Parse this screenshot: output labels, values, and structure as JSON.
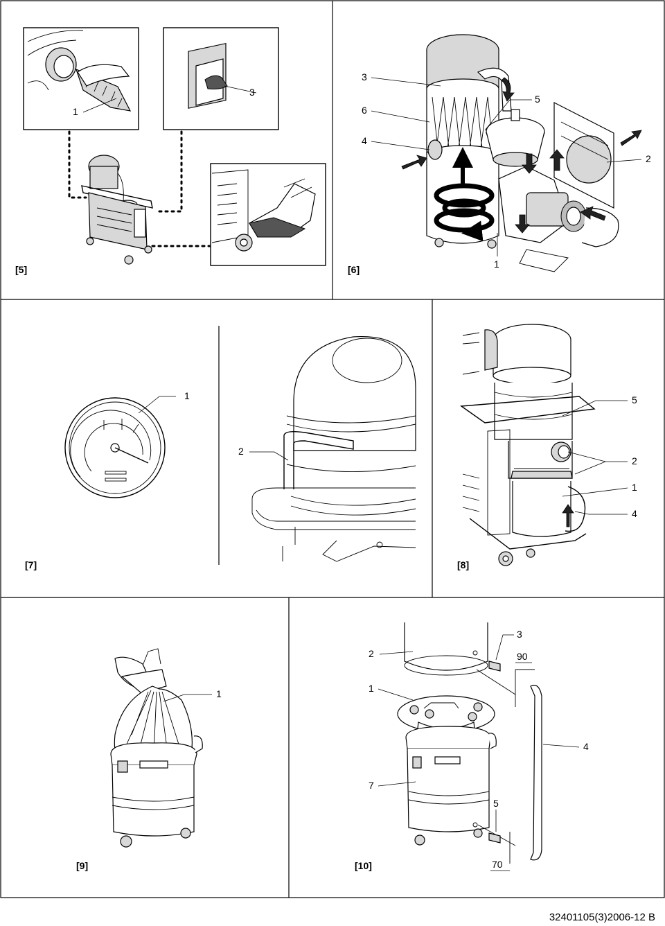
{
  "figures": {
    "fig5": {
      "tag": "[5]",
      "callouts": [
        "1",
        "3"
      ]
    },
    "fig6": {
      "tag": "[6]",
      "callouts": [
        "3",
        "5",
        "6",
        "4",
        "2",
        "1"
      ]
    },
    "fig7": {
      "tag": "[7]",
      "callouts": [
        "1",
        "2"
      ]
    },
    "fig8": {
      "tag": "[8]",
      "callouts": [
        "5",
        "2",
        "1",
        "4"
      ]
    },
    "fig9": {
      "tag": "[9]",
      "callouts": [
        "1"
      ]
    },
    "fig10": {
      "tag": "[10]",
      "callouts": [
        "3",
        "2",
        "90",
        "1",
        "4",
        "7",
        "5",
        "70"
      ]
    }
  },
  "footer": {
    "doc_code": "32401105(3)2006-12 B"
  }
}
